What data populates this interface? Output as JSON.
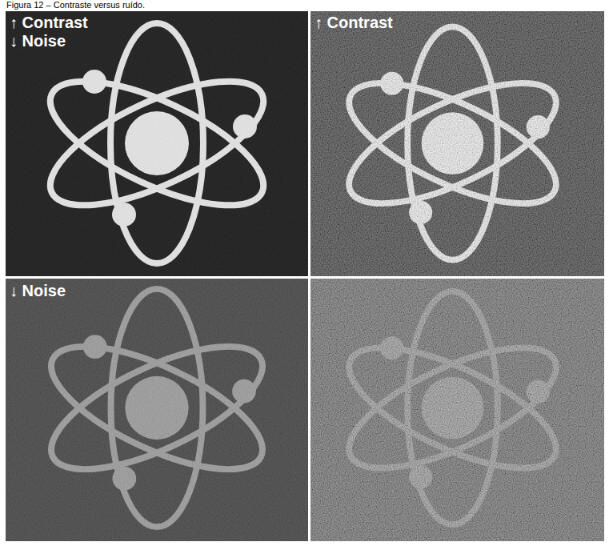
{
  "diagram": {
    "title": "Figura 12 – Contraste versus ruído.",
    "labels": [
      "↑ Contrast",
      "↓ Noise",
      "↑ Contrast",
      "↓ Noise"
    ]
  }
}
